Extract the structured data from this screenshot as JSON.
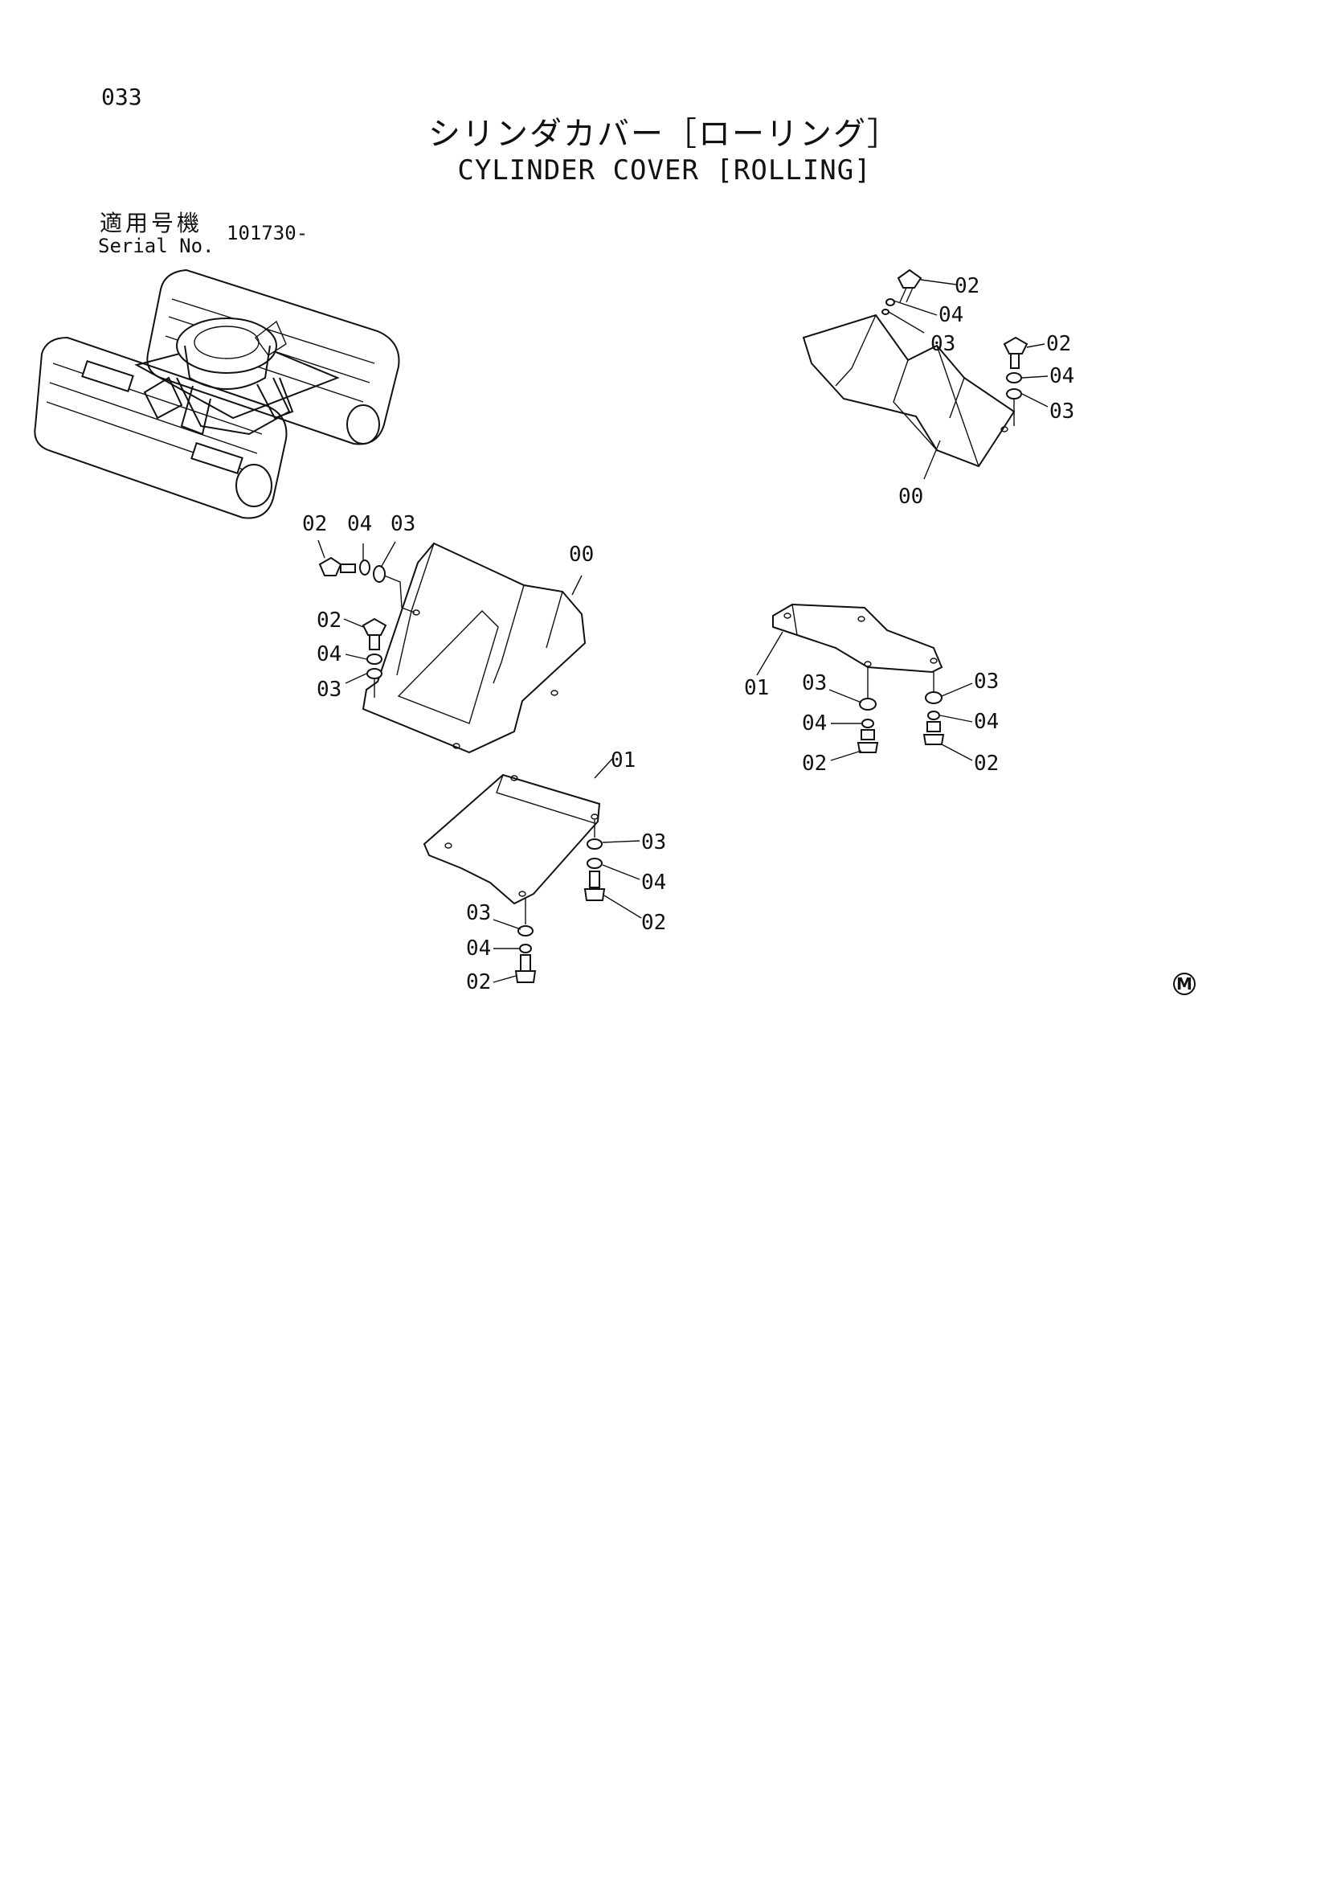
{
  "page": {
    "number": "033",
    "title_jp": "シリンダカバー［ローリング］",
    "title_en": "CYLINDER COVER [ROLLING]"
  },
  "serial": {
    "label_jp": "適用号機",
    "label_en": "Serial No.",
    "value": "101730-"
  },
  "callouts": {
    "p00": "00",
    "p01": "01",
    "p02": "02",
    "p03": "03",
    "p04": "04"
  },
  "mark": "M"
}
